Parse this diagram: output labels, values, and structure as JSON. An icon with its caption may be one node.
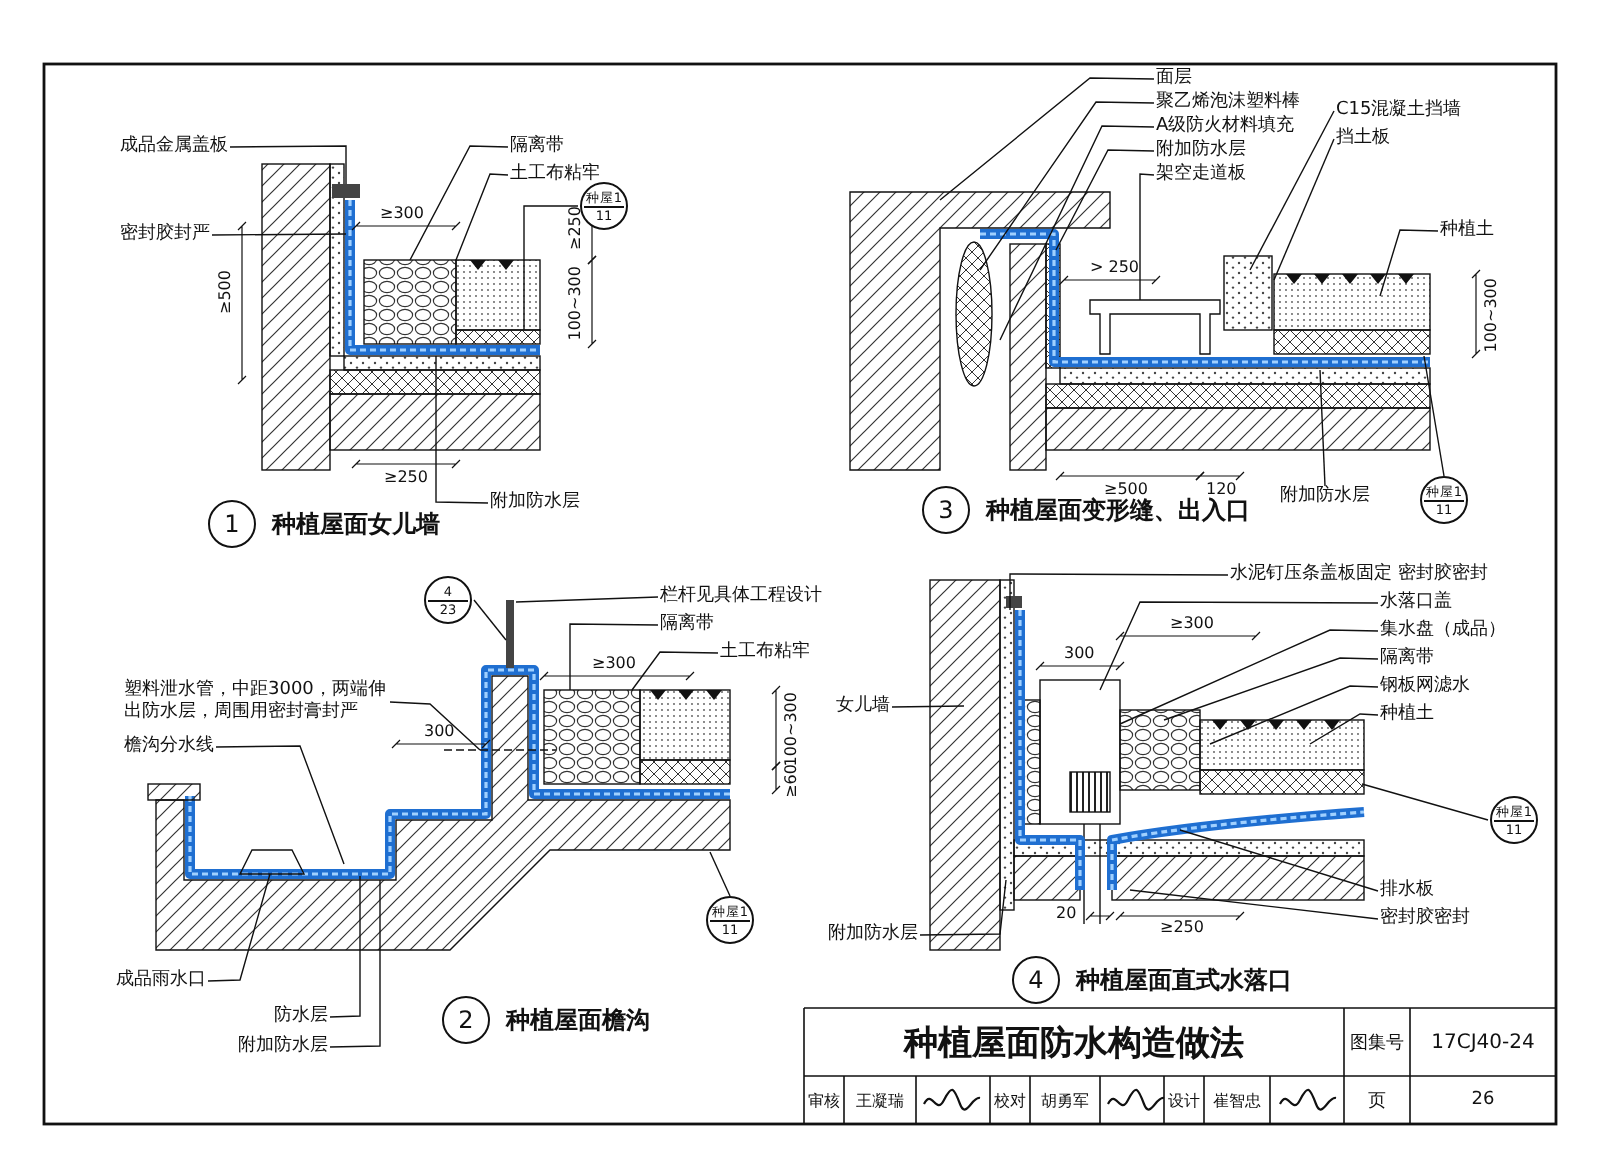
{
  "diagram": {
    "nodes": [
      {
        "text": [
          "成品金属盖板"
        ]
      },
      {
        "text": [
          "隔离带"
        ]
      },
      {
        "text": [
          "土工布粘牢"
        ]
      },
      {
        "text": [
          "密封胶封严"
        ]
      },
      {
        "text": [
          "附加防水层"
        ]
      },
      {
        "text": [
          "种屋1",
          "11"
        ]
      },
      {
        "text": [
          "1"
        ],
        "beside": [
          "种植屋面女儿墙"
        ]
      },
      {
        "text": [
          "面层"
        ]
      },
      {
        "text": [
          "聚乙烯泡沫塑料棒"
        ]
      },
      {
        "text": [
          "A级防火材料填充"
        ]
      },
      {
        "text": [
          "附加防水层"
        ]
      },
      {
        "text": [
          "架空走道板"
        ]
      },
      {
        "text": [
          "C15混凝土挡墙"
        ]
      },
      {
        "text": [
          "挡土板"
        ]
      },
      {
        "text": [
          "种植土"
        ]
      },
      {
        "text": [
          "附加防水层"
        ]
      },
      {
        "text": [
          "种屋1",
          "11"
        ]
      },
      {
        "text": [
          "3"
        ],
        "beside": [
          "种植屋面变形缝、出入口"
        ]
      },
      {
        "text": [
          "4",
          "23"
        ]
      },
      {
        "text": [
          "栏杆见具体工程设计"
        ]
      },
      {
        "text": [
          "隔离带"
        ]
      },
      {
        "text": [
          "土工布粘牢"
        ]
      },
      {
        "text": [
          "塑料泄水管，中距3000，两端伸出防水层，周围用密封膏封严"
        ]
      },
      {
        "text": [
          "檐沟分水线"
        ]
      },
      {
        "text": [
          "成品雨水口"
        ]
      },
      {
        "text": [
          "防水层"
        ]
      },
      {
        "text": [
          "附加防水层"
        ]
      },
      {
        "text": [
          "种屋1",
          "11"
        ]
      },
      {
        "text": [
          "2"
        ],
        "beside": [
          "种植屋面檐沟"
        ]
      },
      {
        "text": [
          "水泥钉压条盖板固定 密封胶密封"
        ]
      },
      {
        "text": [
          "水落口盖"
        ]
      },
      {
        "text": [
          "集水盘（成品）"
        ]
      },
      {
        "text": [
          "隔离带"
        ]
      },
      {
        "text": [
          "钢板网滤水"
        ]
      },
      {
        "text": [
          "种植土"
        ]
      },
      {
        "text": [
          "女儿墙"
        ]
      },
      {
        "text": [
          "附加防水层"
        ]
      },
      {
        "text": [
          "排水板"
        ]
      },
      {
        "text": [
          "密封胶密封"
        ]
      },
      {
        "text": [
          "种屋1",
          "11"
        ]
      },
      {
        "text": [
          "4"
        ],
        "beside": [
          "种植屋面直式水落口"
        ]
      },
      {
        "text": [],
        "shape": "picture"
      },
      {
        "text": [],
        "shape": "picture"
      },
      {
        "text": [],
        "shape": "picture"
      },
      {
        "text": [],
        "shape": "picture"
      }
    ],
    "edges": [
      {
        "from": 0,
        "to": 41,
        "arrow": "none"
      },
      {
        "from": 1,
        "to": 41,
        "arrow": "none"
      },
      {
        "from": 2,
        "to": 41,
        "arrow": "none"
      },
      {
        "from": 3,
        "to": 41,
        "arrow": "none"
      },
      {
        "from": 4,
        "to": 41,
        "arrow": "none"
      },
      {
        "from": 5,
        "to": 41,
        "arrow": "none"
      },
      {
        "from": 7,
        "to": 42,
        "arrow": "none"
      },
      {
        "from": 8,
        "to": 42,
        "arrow": "none"
      },
      {
        "from": 9,
        "to": 42,
        "arrow": "none"
      },
      {
        "from": 10,
        "to": 42,
        "arrow": "none"
      },
      {
        "from": 11,
        "to": 42,
        "arrow": "none"
      },
      {
        "from": 12,
        "to": 42,
        "arrow": "none"
      },
      {
        "from": 13,
        "to": 42,
        "arrow": "none"
      },
      {
        "from": 14,
        "to": 42,
        "arrow": "none"
      },
      {
        "from": 15,
        "to": 42,
        "arrow": "none"
      },
      {
        "from": 16,
        "to": 42,
        "arrow": "none"
      },
      {
        "from": 18,
        "to": 43,
        "arrow": "none"
      },
      {
        "from": 19,
        "to": 43,
        "arrow": "none"
      },
      {
        "from": 20,
        "to": 43,
        "arrow": "none"
      },
      {
        "from": 21,
        "to": 43,
        "arrow": "none"
      },
      {
        "from": 22,
        "to": 43,
        "arrow": "none"
      },
      {
        "from": 23,
        "to": 43,
        "arrow": "none"
      },
      {
        "from": 24,
        "to": 43,
        "arrow": "none"
      },
      {
        "from": 25,
        "to": 43,
        "arrow": "none"
      },
      {
        "from": 26,
        "to": 43,
        "arrow": "none"
      },
      {
        "from": 27,
        "to": 43,
        "arrow": "none"
      },
      {
        "from": 29,
        "to": 44,
        "arrow": "none"
      },
      {
        "from": 30,
        "to": 44,
        "arrow": "none"
      },
      {
        "from": 31,
        "to": 44,
        "arrow": "none"
      },
      {
        "from": 32,
        "to": 44,
        "arrow": "none"
      },
      {
        "from": 33,
        "to": 44,
        "arrow": "none"
      },
      {
        "from": 34,
        "to": 44,
        "arrow": "none"
      },
      {
        "from": 35,
        "to": 44,
        "arrow": "none"
      },
      {
        "from": 36,
        "to": 44,
        "arrow": "none"
      },
      {
        "from": 37,
        "to": 44,
        "arrow": "none"
      },
      {
        "from": 38,
        "to": 44,
        "arrow": "none"
      },
      {
        "from": 39,
        "to": 44,
        "arrow": "none"
      }
    ],
    "labels": [
      "≥300",
      "≥500",
      "≥250",
      "100~300",
      "≥250",
      "> 250",
      "≥500",
      "120",
      "100~300",
      "≥300",
      "300",
      "100~300",
      "≥60",
      "≥300",
      "300",
      "≥250",
      "20",
      "种植屋面防水构造做法",
      "图集号",
      "17CJ40-24",
      "审核",
      "王凝瑞",
      "校对",
      "胡勇军",
      "设计",
      "崔智忠",
      "页",
      "26"
    ]
  }
}
